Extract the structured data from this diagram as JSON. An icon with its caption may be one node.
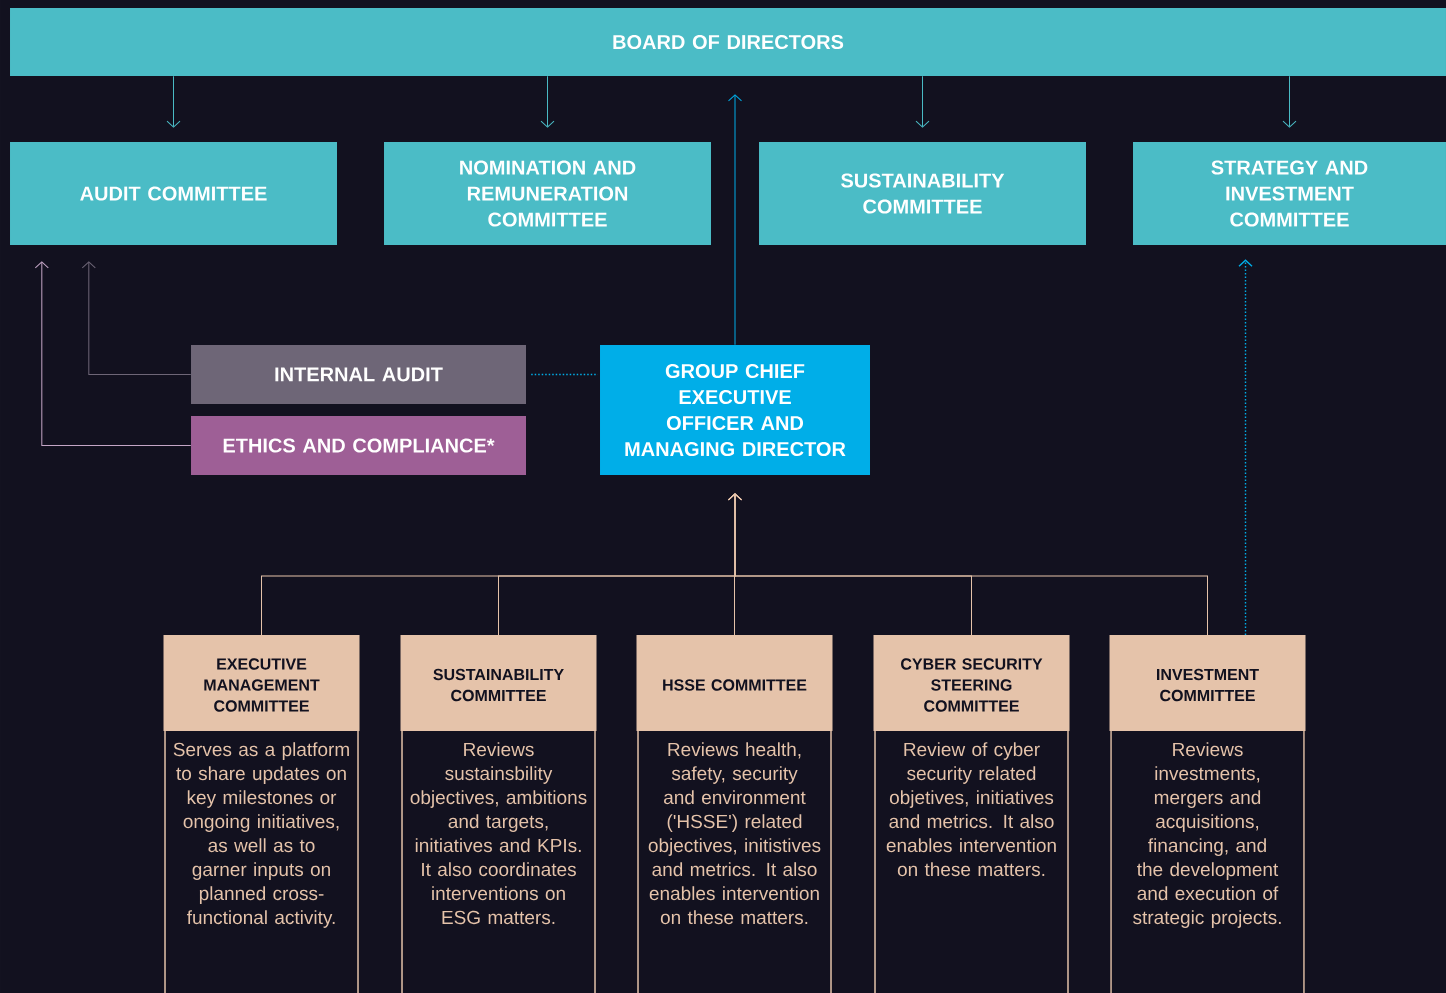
{
  "diagram": {
    "nodes": [
      {
        "text": [
          "BOARD OF DIRECTORS"
        ]
      },
      {
        "text": [
          "AUDIT COMMITTEE"
        ]
      },
      {
        "text": [
          "NOMINATION AND REMUNERATION COMMITTEE"
        ]
      },
      {
        "text": [
          "SUSTAINABILITY COMMITTEE"
        ]
      },
      {
        "text": [
          "STRATEGY AND INVESTMENT COMMITTEE"
        ]
      },
      {
        "text": [
          "INTERNAL AUDIT"
        ]
      },
      {
        "text": [
          "ETHICS AND COMPLIANCE*"
        ]
      },
      {
        "text": [
          "GROUP CHIEF EXECUTIVE OFFICER AND MANAGING DIRECTOR"
        ]
      },
      {
        "text": [
          "EXECUTIVE MANAGEMENT COMMITTEE",
          "Serves as a platform to share updates on key milestones or ongoing initiatives, as well as to garner inputs on planned cross-functional activity."
        ]
      },
      {
        "text": [
          "SUSTAINABILITY COMMITTEE",
          "Reviews sustainsbility objectives, ambitions and targets, initiatives and KPIs. It also coordinates interventions on ESG matters."
        ]
      },
      {
        "text": [
          "HSSE COMMITTEE",
          "Reviews health, safety, security and environment ('HSSE') related objectives, initistives and metrics. It also enables intervention on these matters."
        ]
      },
      {
        "text": [
          "CYBER SECURITY STEERING COMMITTEE",
          "Review of cyber security related objetives, initiatives and metrics. It also enables intervention on these matters."
        ]
      },
      {
        "text": [
          "INVESTMENT COMMITTEE",
          "Reviews investments, mergers and acquisitions, financing, and the development and execution of strategic projects."
        ]
      }
    ],
    "edges": [
      {
        "from": 0,
        "to": 1,
        "arrow": "to",
        "color": "#4bbcc6"
      },
      {
        "from": 0,
        "to": 2,
        "arrow": "to",
        "color": "#4bbcc6"
      },
      {
        "from": 0,
        "to": 3,
        "arrow": "to",
        "color": "#4bbcc6"
      },
      {
        "from": 0,
        "to": 4,
        "arrow": "to",
        "color": "#4bbcc6"
      },
      {
        "from": 7,
        "to": 0,
        "arrow": "to",
        "color": "#00aee8"
      },
      {
        "from": 5,
        "to": 1,
        "arrow": "to",
        "color": "#6e6677"
      },
      {
        "from": 6,
        "to": 1,
        "arrow": "to",
        "color": "#c4a6c6"
      },
      {
        "from": 5,
        "to": 7,
        "arrow": "none",
        "style": "dashed",
        "color": "#00aee8"
      },
      {
        "from": 8,
        "to": 7,
        "arrow": "to"
      },
      {
        "from": 9,
        "to": 7,
        "arrow": "to"
      },
      {
        "from": 10,
        "to": 7,
        "arrow": "to"
      },
      {
        "from": 11,
        "to": 7,
        "arrow": "to"
      },
      {
        "from": 12,
        "to": 7,
        "arrow": "to"
      },
      {
        "from": 12,
        "to": 4,
        "arrow": "to",
        "style": "dashed",
        "color": "#00aee8"
      }
    ]
  }
}
